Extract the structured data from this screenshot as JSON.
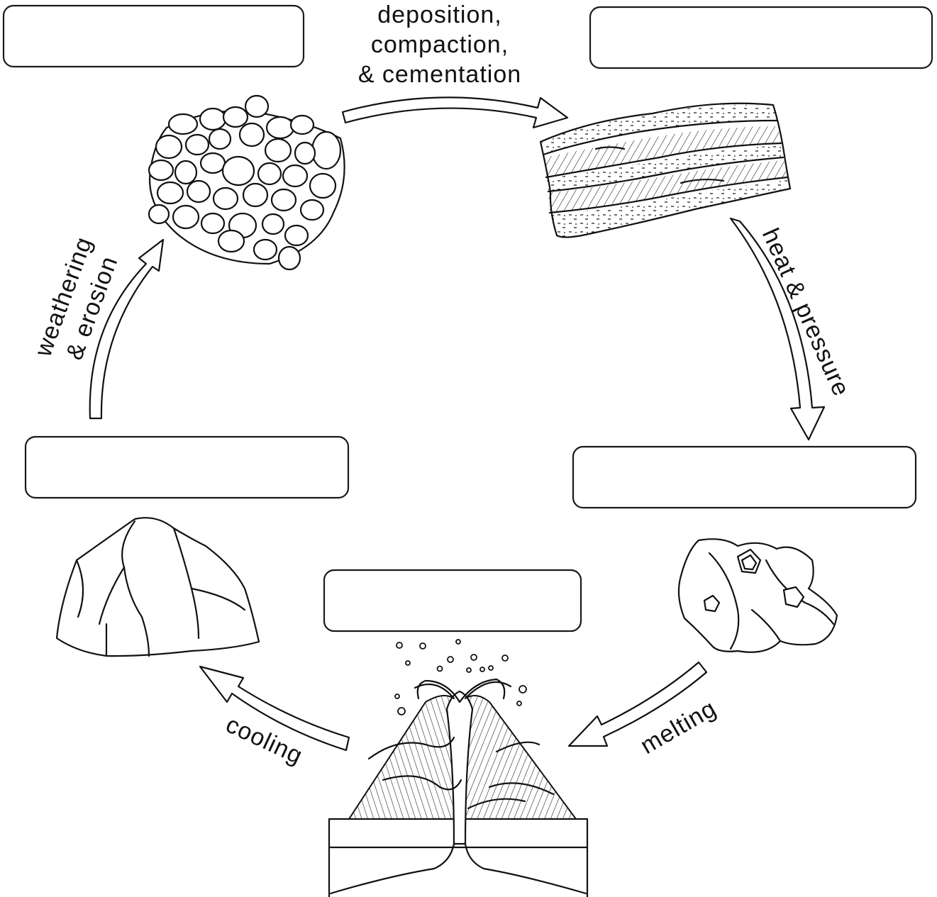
{
  "label_boxes": {
    "top_left": "",
    "top_right": "",
    "middle_left": "",
    "middle_right": "",
    "center_bottom": ""
  },
  "process_labels": {
    "deposition_line1": "deposition,",
    "deposition_line2": "compaction,",
    "deposition_line3": "& cementation",
    "heat_pressure": "heat & pressure",
    "melting": "melting",
    "cooling": "cooling",
    "weathering_line1": "weathering",
    "weathering_line2": "& erosion"
  }
}
